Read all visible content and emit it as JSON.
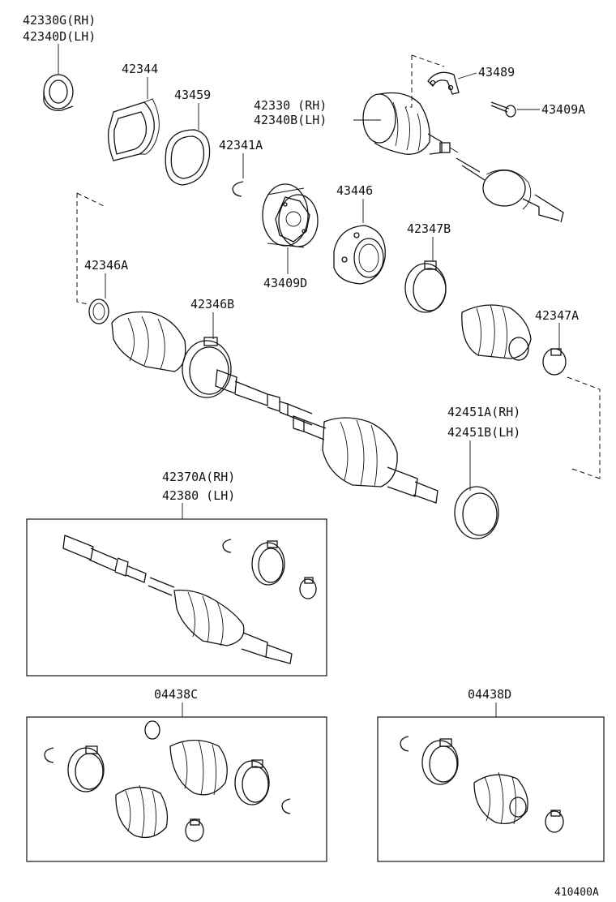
{
  "labels": {
    "l42330G": "42330G(RH)",
    "l42340D": "42340D(LH)",
    "l42344": "42344",
    "l43459": "43459",
    "l42330": "42330 (RH)",
    "l42340B": "42340B(LH)",
    "l43489": "43489",
    "l43409A": "43409A",
    "l42341A": "42341A",
    "l43446": "43446",
    "l42347B": "42347B",
    "l42346A": "42346A",
    "l43409D": "43409D",
    "l42346B": "42346B",
    "l42347A": "42347A",
    "l42451A": "42451A(RH)",
    "l42451B": "42451B(LH)",
    "l42370A": "42370A(RH)",
    "l42380": "42380  (LH)",
    "l04438C": "04438C",
    "l04438D": "04438D",
    "diagram_id": "410400A"
  }
}
